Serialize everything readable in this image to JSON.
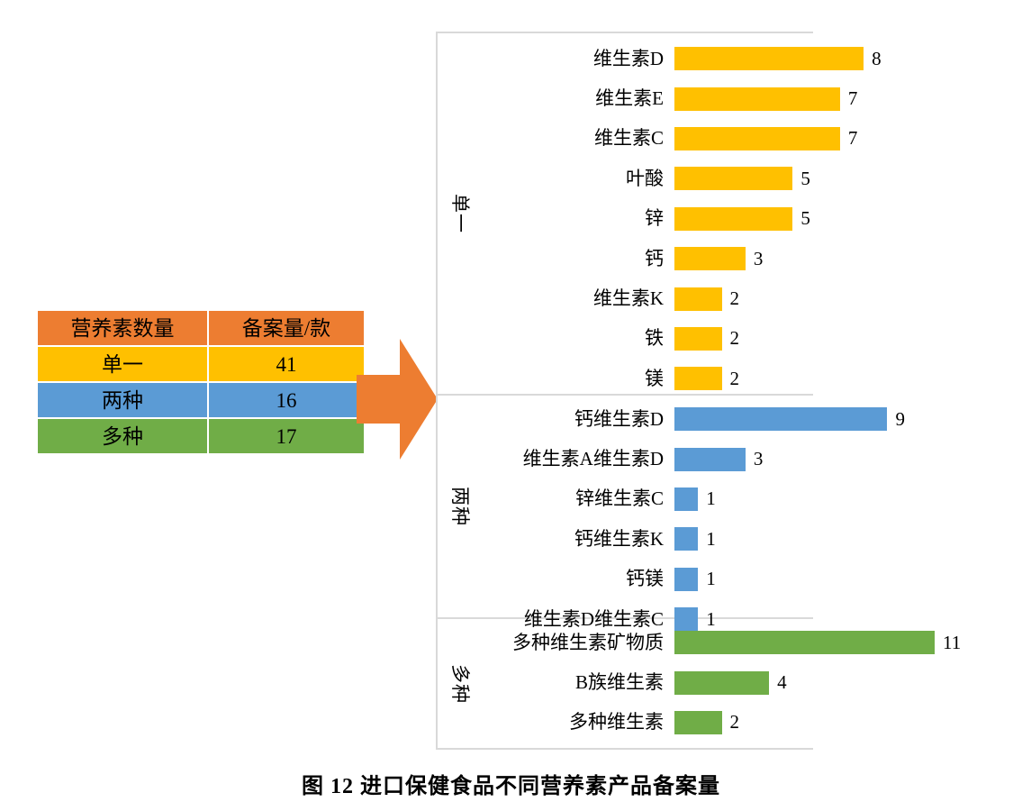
{
  "caption": "图 12  进口保健食品不同营养素产品备案量",
  "table": {
    "name": "summary-table",
    "headers": [
      "营养素数量",
      "备案量/款"
    ],
    "rows": [
      {
        "label": "单一",
        "value": "41",
        "color": "#FFC000"
      },
      {
        "label": "两种",
        "value": "16",
        "color": "#5B9BD5"
      },
      {
        "label": "多种",
        "value": "17",
        "color": "#70AD47"
      }
    ],
    "header_color": "#ED7D31"
  },
  "arrow": {
    "name": "flow-arrow",
    "color": "#ED7D31"
  },
  "chart_data": {
    "type": "bar",
    "orientation": "horizontal",
    "title": "图 12  进口保健食品不同营养素产品备案量",
    "xlabel": "",
    "ylabel": "",
    "xlim": [
      0,
      11
    ],
    "grid": false,
    "legend": "none",
    "groups": [
      {
        "name": "单一",
        "color": "#FFC000",
        "categories": [
          "维生素D",
          "维生素E",
          "维生素C",
          "叶酸",
          "锌",
          "钙",
          "维生素K",
          "铁",
          "镁"
        ],
        "values": [
          8,
          7,
          7,
          5,
          5,
          3,
          2,
          2,
          2
        ]
      },
      {
        "name": "两种",
        "color": "#5B9BD5",
        "categories": [
          "钙维生素D",
          "维生素A维生素D",
          "锌维生素C",
          "钙维生素K",
          "钙镁",
          "维生素D维生素C"
        ],
        "values": [
          9,
          3,
          1,
          1,
          1,
          1
        ]
      },
      {
        "name": "多种",
        "color": "#70AD47",
        "categories": [
          "多种维生素矿物质",
          "B族维生素",
          "多种维生素"
        ],
        "values": [
          11,
          4,
          2
        ]
      }
    ]
  }
}
